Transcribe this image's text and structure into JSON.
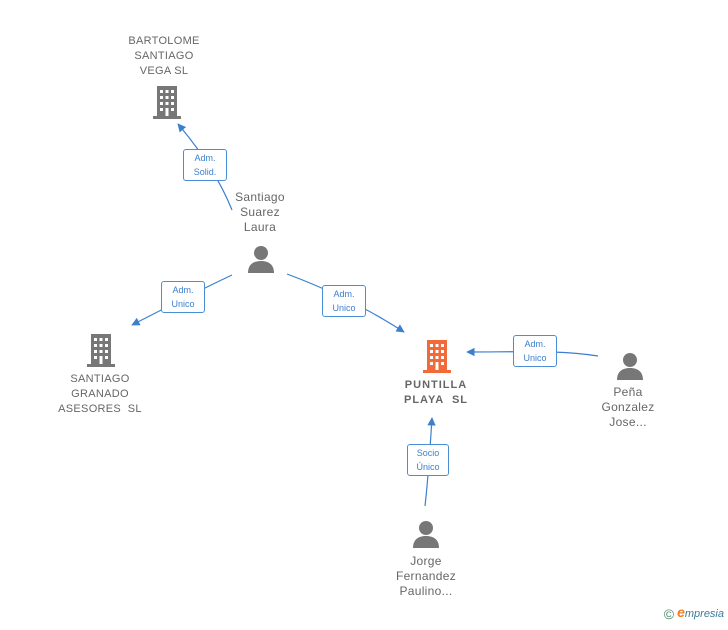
{
  "nodes": {
    "bartolome": {
      "line1": "BARTOLOME",
      "line2": "SANTIAGO",
      "line3": "VEGA SL",
      "icon": "building-icon",
      "color": "#777777"
    },
    "santiago_suarez": {
      "line1": "Santiago",
      "line2": "Suarez",
      "line3": "Laura",
      "icon": "person-icon",
      "color": "#777777"
    },
    "santiago_granado": {
      "line1": "SANTIAGO",
      "line2": "GRANADO",
      "line3": "ASESORES  SL",
      "icon": "building-icon",
      "color": "#777777"
    },
    "puntilla": {
      "line1": "PUNTILLA",
      "line2": "PLAYA  SL",
      "icon": "building-icon",
      "color": "#f06a3a"
    },
    "pena": {
      "line1": "Peña",
      "line2": "Gonzalez",
      "line3": "Jose...",
      "icon": "person-icon",
      "color": "#777777"
    },
    "jorge": {
      "line1": "Jorge",
      "line2": "Fernandez",
      "line3": "Paulino...",
      "icon": "person-icon",
      "color": "#777777"
    }
  },
  "edges": {
    "e1": {
      "line1": "Adm.",
      "line2": "Solid."
    },
    "e2": {
      "line1": "Adm.",
      "line2": "Unico"
    },
    "e3": {
      "line1": "Adm.",
      "line2": "Unico"
    },
    "e4": {
      "line1": "Adm.",
      "line2": "Unico"
    },
    "e5": {
      "line1": "Socio",
      "line2": "Único"
    }
  },
  "edge_color": "#3b7fcf",
  "brand": {
    "copyright": "©",
    "e": "e",
    "rest": "mpresia"
  }
}
